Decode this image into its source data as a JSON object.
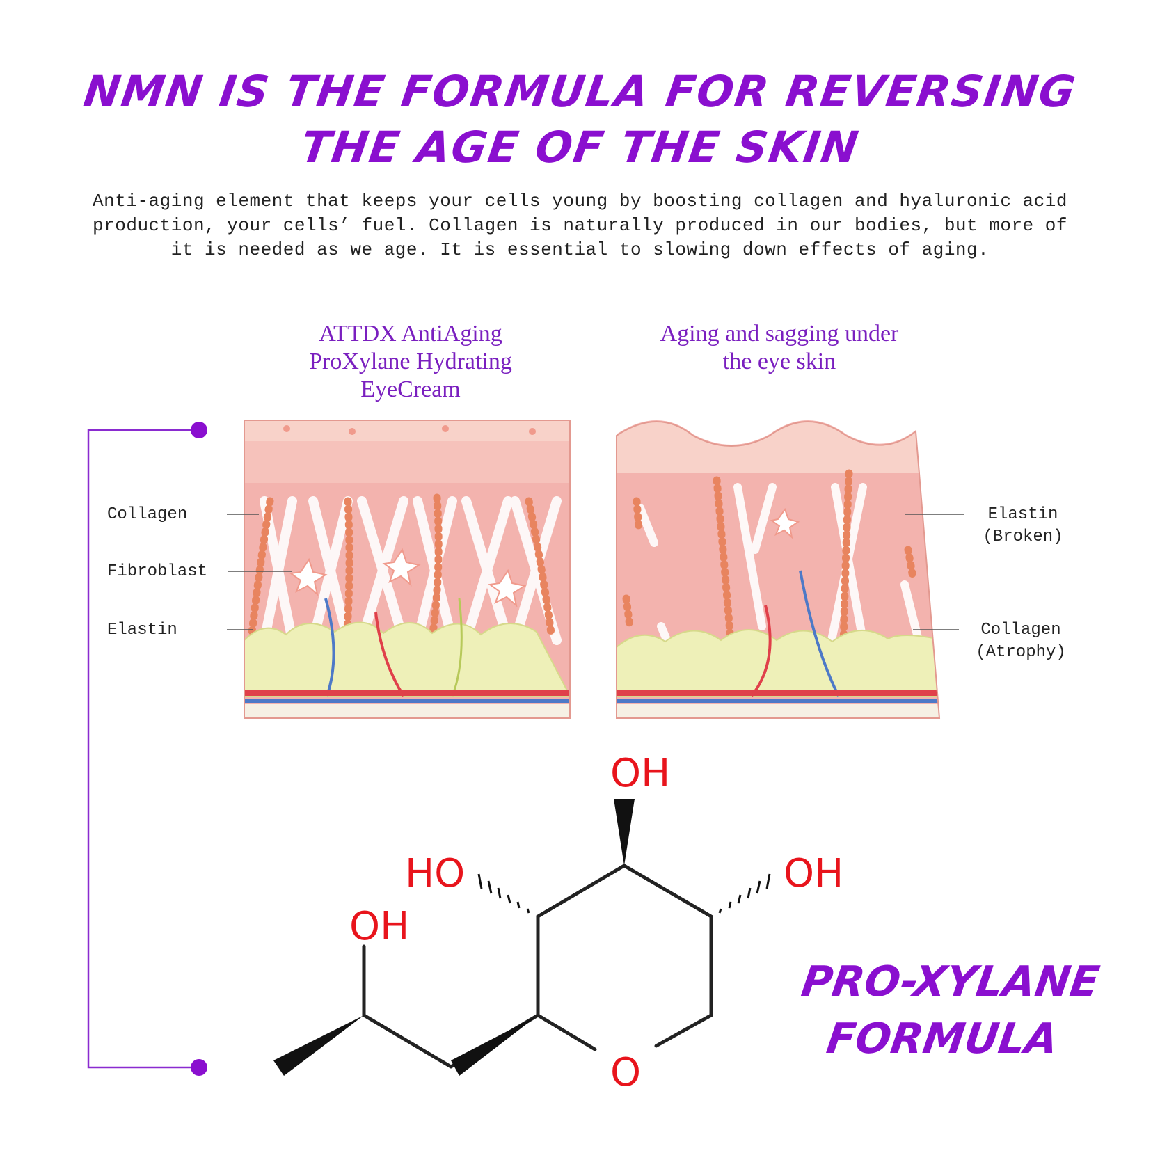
{
  "headline": {
    "line1": "NMN IS THE FORMULA FOR REVERSING",
    "line2": "THE AGE OF THE SKIN"
  },
  "intro": "Anti-aging element that keeps your cells young by boosting collagen and hyaluronic acid production, your cells’ fuel. Collagen is naturally produced in our bodies, but more of it is needed as we age. It is essential to slowing down effects of aging.",
  "comparison": {
    "left_caption": "ATTDX AntiAging ProXylane Hydrating EyeCream",
    "right_caption": "Aging and sagging under the eye skin",
    "left_labels": {
      "collagen": "Collagen",
      "fibroblast": "Fibroblast",
      "elastin": "Elastin"
    },
    "right_labels": {
      "elastin_broken": "Elastin (Broken)",
      "collagen_atrophy": "Collagen (Atrophy)"
    }
  },
  "molecule": {
    "atom_oh_top": "OH",
    "atom_oh_right": "OH",
    "atom_ho_left": "HO",
    "atom_oh_side": "OH",
    "atom_o_ring": "O"
  },
  "formula_title": {
    "line1": "PRO-XYLANE",
    "line2": "FORMULA"
  },
  "colors": {
    "accent": "#8a0fcf",
    "atom": "#e8141c",
    "skin": "#f2b3ad",
    "fat": "#eef0b8"
  }
}
